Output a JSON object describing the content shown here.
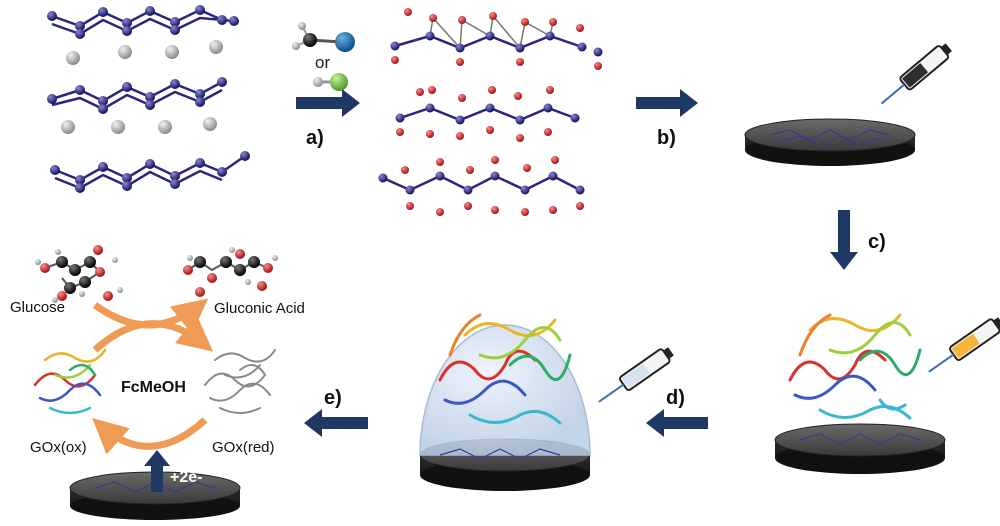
{
  "labels": {
    "or": "or",
    "step_a": "a)",
    "step_b": "b)",
    "step_c": "c)",
    "step_d": "d)",
    "step_e": "e)",
    "glucose": "Glucose",
    "gluconic_acid": "Gluconic Acid",
    "mediator": "FcMeOH",
    "gox_ox": "GOx(ox)",
    "gox_red": "GOx(red)",
    "electrons": "+2e-"
  },
  "colors": {
    "chain_atom": "#1e1b6e",
    "intercalant": "#c4c4c4",
    "oxygen": "#c8282c",
    "arrow": "#1f3864",
    "cycle_arrow": "#ef9b55",
    "electrode": "#2b2b2b",
    "sphere": "#cfdcec",
    "chlorine": "#7dc142",
    "iodine": "#2a6ea6"
  }
}
